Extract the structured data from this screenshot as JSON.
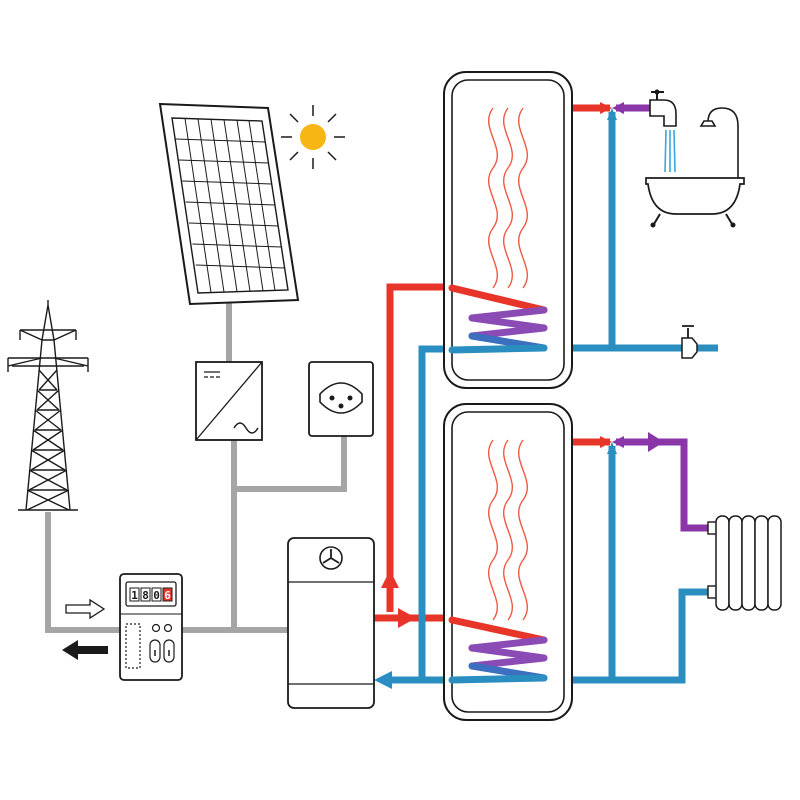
{
  "meter": {
    "digits": [
      "1",
      "8",
      "0",
      "6"
    ]
  },
  "colors": {
    "hot": "#e8352a",
    "cold": "#2a8fc0",
    "mixed": "#8a36a8",
    "coil_purple": "#8a4bb5",
    "coil_blue": "#3c6fc0",
    "wire": "#a5a5a5",
    "outline": "#1a1a1a",
    "sun": "#f7b614",
    "heat_line": "#ee5a45",
    "water": "#3aa6dc",
    "meter_last_digit": "#e8352a"
  },
  "icons": {
    "grid": "power-pylon-icon",
    "solar": "solar-panel-icon",
    "sun": "sun-icon",
    "inverter": "inverter-icon",
    "socket": "power-socket-icon",
    "meter": "electricity-meter-icon",
    "heat_pump": "heat-pump-icon",
    "tank": "water-tank-icon",
    "tap": "water-tap-icon",
    "bathtub": "bathtub-icon",
    "shower": "shower-head-icon",
    "valve": "valve-icon",
    "radiator": "radiator-icon"
  }
}
